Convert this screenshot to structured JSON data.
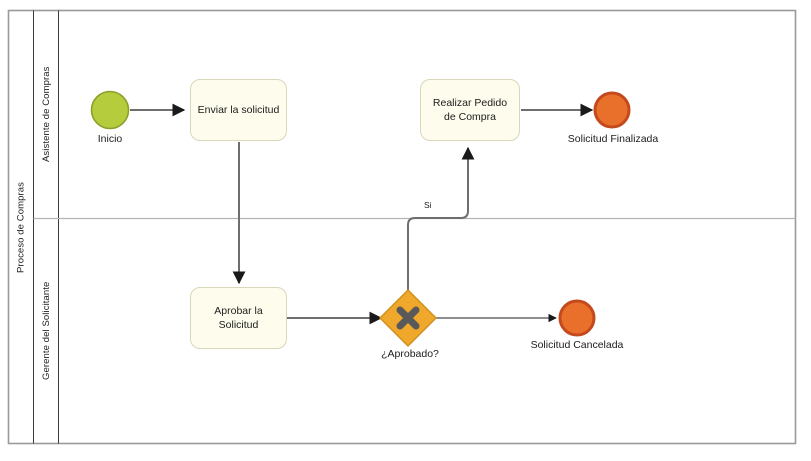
{
  "diagram": {
    "type": "bpmn-process",
    "pool_name": "Proceso de Compras",
    "lanes": [
      {
        "id": "lane-asistente",
        "name": "Asistente de Compras"
      },
      {
        "id": "lane-gerente",
        "name": "Gerente del Solicitante"
      }
    ]
  },
  "nodes": {
    "start": {
      "label": "Inicio",
      "type": "start-event",
      "lane": "lane-asistente"
    },
    "task_enviar": {
      "label": "Enviar la solicitud",
      "type": "task",
      "lane": "lane-asistente"
    },
    "task_realizar": {
      "label": "Realizar Pedido de Compra",
      "type": "task",
      "lane": "lane-asistente"
    },
    "end_finalizada": {
      "label": "Solicitud Finalizada",
      "type": "end-event",
      "lane": "lane-asistente"
    },
    "task_aprobar": {
      "label": "Aprobar la Solicitud",
      "type": "task",
      "lane": "lane-gerente"
    },
    "gateway": {
      "label": "¿Aprobado?",
      "type": "exclusive-gateway",
      "lane": "lane-gerente"
    },
    "end_cancelada": {
      "label": "Solicitud Cancelada",
      "type": "end-event",
      "lane": "lane-gerente"
    }
  },
  "flows": [
    {
      "from": "start",
      "to": "task_enviar",
      "label": ""
    },
    {
      "from": "task_enviar",
      "to": "task_aprobar",
      "label": ""
    },
    {
      "from": "task_aprobar",
      "to": "gateway",
      "label": ""
    },
    {
      "from": "gateway",
      "to": "task_realizar",
      "label": "Si"
    },
    {
      "from": "gateway",
      "to": "end_cancelada",
      "label": ""
    },
    {
      "from": "task_realizar",
      "to": "end_finalizada",
      "label": ""
    }
  ],
  "colors": {
    "start_event_fill": "#b5cd3c",
    "start_event_stroke": "#8aa02a",
    "end_event_fill": "#e8702a",
    "end_event_stroke": "#c4491c",
    "gateway_fill": "#efa82c",
    "gateway_stroke": "#d08f18",
    "gateway_symbol": "#595959",
    "task_fill": "#fdfced",
    "task_stroke": "#d9d6bb",
    "connector": "#6e6e6e",
    "pool_border": "#9a9a9a",
    "lane_divider": "#b4b4b4",
    "background": "#ffffff"
  }
}
